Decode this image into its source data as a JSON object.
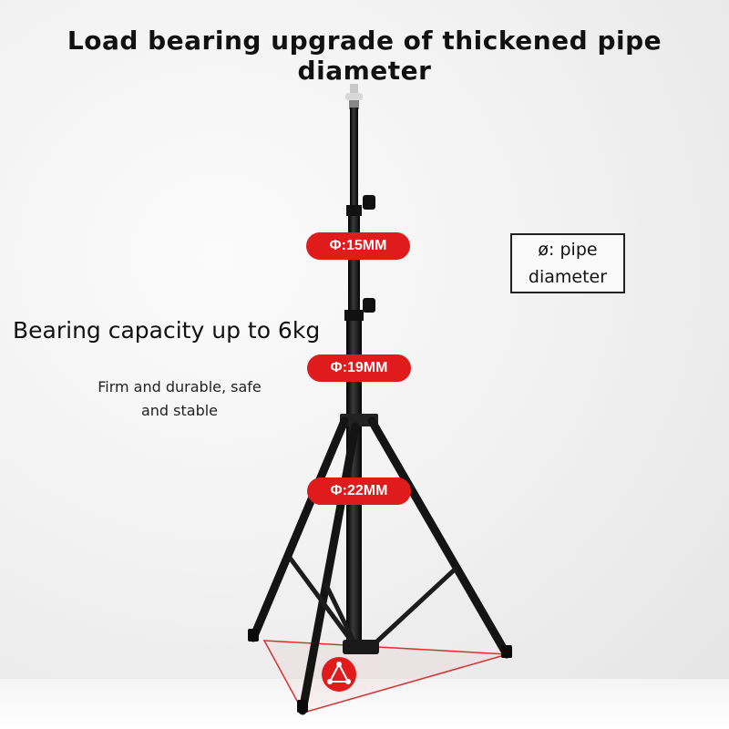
{
  "title": "Load bearing upgrade of thickened pipe diameter",
  "bearing_capacity": "Bearing capacity up to 6kg",
  "subtitle_line1": "Firm and durable, safe",
  "subtitle_line2": "and stable",
  "legend": {
    "line1": "ø: pipe",
    "line2": "diameter"
  },
  "badges": [
    {
      "label": "Φ:15MM"
    },
    {
      "label": "Φ:19MM"
    },
    {
      "label": "Φ:22MM"
    }
  ],
  "colors": {
    "badge": "#e01b1b",
    "stand": "#1a1a1a",
    "floor_triangle": "#d83030"
  },
  "icons": {
    "stability": "triangle-stability-icon"
  }
}
